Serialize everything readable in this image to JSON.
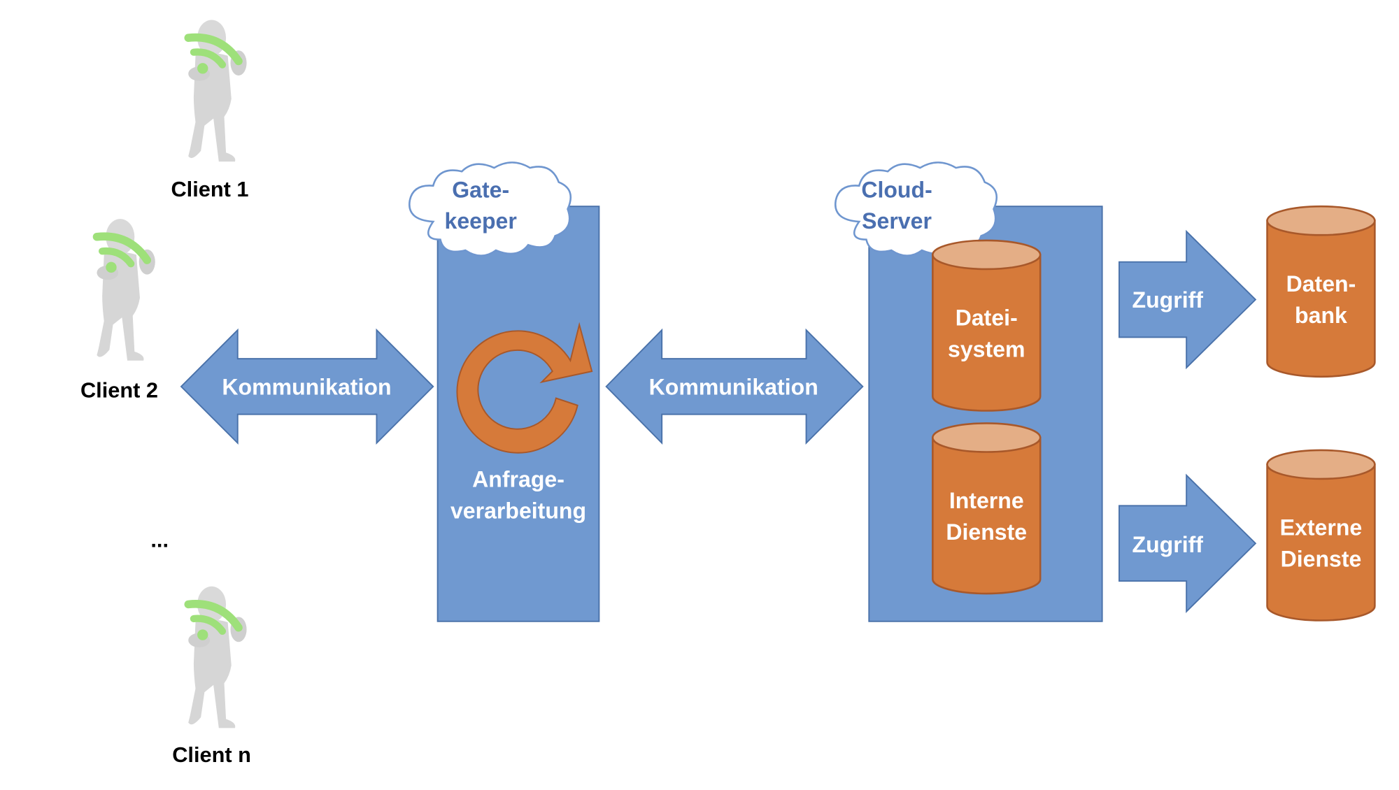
{
  "colors": {
    "blue_fill": "#7099d0",
    "blue_stroke": "#4a72aa",
    "orange_fill": "#d67a3a",
    "orange_top": "#e4ae86",
    "orange_stroke": "#a8582a",
    "cloud_text": "#4a6fb0",
    "figure_gray": "#d8d8d8",
    "wifi_green": "#9ee07a"
  },
  "clients": [
    {
      "label": "Client 1",
      "icon": "person-wifi-icon"
    },
    {
      "label": "Client 2",
      "icon": "person-wifi-icon"
    },
    {
      "label": "Client n",
      "icon": "person-wifi-icon"
    }
  ],
  "ellipsis": "...",
  "arrows": {
    "client_gatekeeper": "Kommunikation",
    "gatekeeper_server": "Kommunikation",
    "to_database": "Zugriff",
    "to_external": "Zugriff"
  },
  "gatekeeper": {
    "cloud_line1": "Gate-",
    "cloud_line2": "keeper",
    "process_line1": "Anfrage-",
    "process_line2": "verarbeitung",
    "icon": "refresh-cycle-icon"
  },
  "cloud_server": {
    "cloud_line1": "Cloud-",
    "cloud_line2": "Server",
    "components": [
      {
        "line1": "Datei-",
        "line2": "system"
      },
      {
        "line1": "Interne",
        "line2": "Dienste"
      }
    ]
  },
  "external": [
    {
      "line1": "Daten-",
      "line2": "bank"
    },
    {
      "line1": "Externe",
      "line2": "Dienste"
    }
  ]
}
